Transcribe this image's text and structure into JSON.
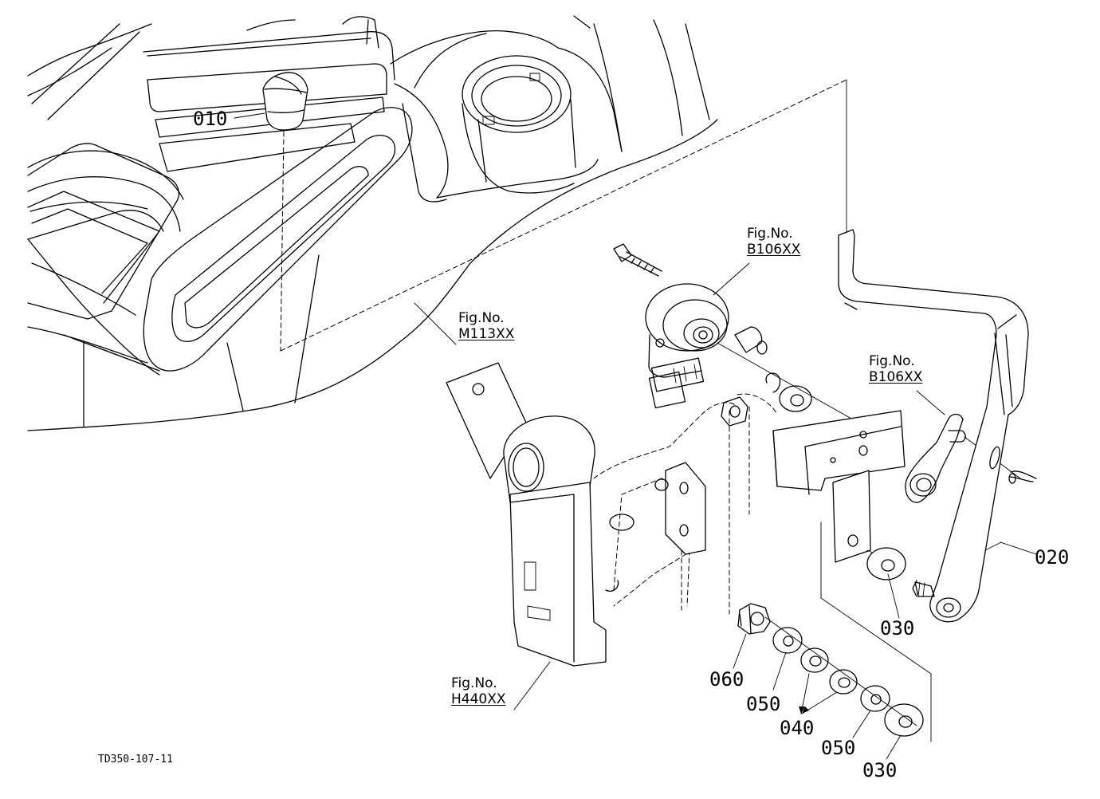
{
  "drawing_code": "TD350-107-11",
  "part_labels": {
    "p010": "010",
    "p020": "020",
    "p030a": "030",
    "p030b": "030",
    "p040": "040",
    "p050a": "050",
    "p050b": "050",
    "p060": "060"
  },
  "figure_refs": {
    "fig_b106_top": {
      "label": "Fig.No.",
      "code": "B106XX"
    },
    "fig_b106_right": {
      "label": "Fig.No.",
      "code": "B106XX"
    },
    "fig_m113": {
      "label": "Fig.No.",
      "code": "M113XX"
    },
    "fig_h440": {
      "label": "Fig.No.",
      "code": "H440XX"
    }
  }
}
